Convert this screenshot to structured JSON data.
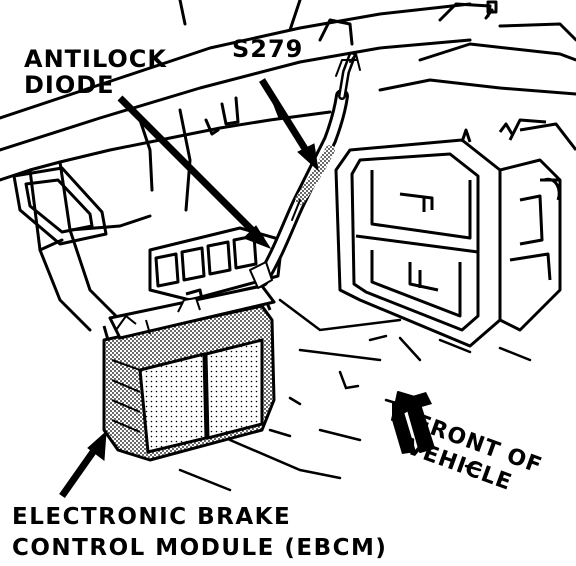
{
  "labels": {
    "antilock_diode": [
      "ANTILOCK",
      "DIODE"
    ],
    "s279": "S279",
    "front_of_vehicle": [
      "FRONT OF",
      "VEHICLE"
    ],
    "ebcm": [
      "ELECTRONIC BRAKE",
      "CONTROL MODULE (EBCM)"
    ]
  },
  "colors": {
    "ink": "#000000",
    "paper": "#ffffff",
    "stipple": "#7a7a7a"
  }
}
